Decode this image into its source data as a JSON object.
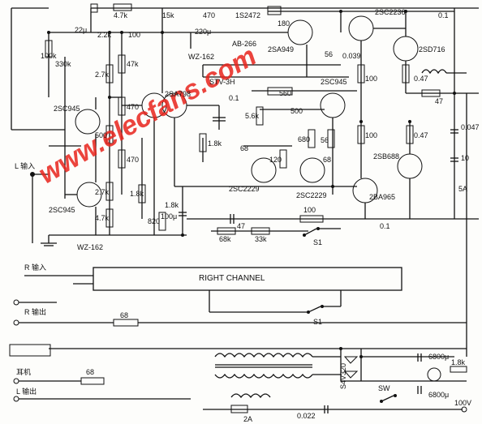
{
  "watermark": "www.elecfans.com",
  "channel_box": "RIGHT      CHANNEL",
  "inputs": {
    "l_in": "L 输入",
    "r_in": "R 输入",
    "r_out": "R 输出",
    "phones": "耳机",
    "l_out": "L 输出"
  },
  "transistors": {
    "q1": "2SC945",
    "q2": "2SC945",
    "q3": "2SA798",
    "q4": "2SA949",
    "q5": "2SC2236",
    "q6": "2SD716",
    "q7": "2SC945",
    "q8": "2SC2229",
    "q9": "2SC2229",
    "q10": "2SB688",
    "q11": "2BA965"
  },
  "diodes": {
    "z1": "1S2472",
    "z2": "WZ-162",
    "z3": "AB-266",
    "z4": "STV-3H",
    "z5": "WZ-162",
    "bridge": "S4V320"
  },
  "resistors": {
    "r_4k7_top": "4.7k",
    "r_15k": "15k",
    "r_470_top": "470",
    "r_180": "180",
    "r_100k": "100k",
    "r_330k": "330k",
    "r_2k2_top": "2.2k",
    "r_2k7_a": "2.7k",
    "r_47k": "47k",
    "r_470_a": "470",
    "r_500_a": "500",
    "r_470_b": "470",
    "r_2k7_b": "2.7k",
    "r_4k7_b": "4.7k",
    "r_1k8_a": "1.8k",
    "r_820": "820",
    "r_1k8_b": "1.8k",
    "r_5k6": "5.6k",
    "r_1k8_c": "1.8k",
    "r_56_a": "56",
    "r_560": "560",
    "r_500_b": "500",
    "r_120": "120",
    "r_680": "680",
    "r_56_b": "56",
    "r_100_a": "100",
    "r_100_b": "100",
    "r_0_47_a": "0.47",
    "r_0_47_b": "0.47",
    "r_47": "47",
    "r_68k": "68k",
    "r_33k": "33k",
    "r_100_c": "100",
    "r_68_a": "68",
    "r_68_b": "68",
    "r_1k8_d": "1.8k"
  },
  "capacitors": {
    "c_22u": "22μ",
    "c_100": "100",
    "c_220u": "220μ",
    "c_0_039": "0.039",
    "c_0_1_top": "0.1",
    "c_0_1_mid": "0.1",
    "c_68_a": "68",
    "c_68_b": "68",
    "c_100u": "100μ",
    "c_47": "47",
    "c_0_1_bot": "0.1",
    "c_0_047": "0.047",
    "c_10": "10",
    "c_6800_a": "6800μ",
    "c_6800_b": "6800μ",
    "c_0_022": "0.022"
  },
  "fuses": {
    "f1": "5A",
    "f2": "2A"
  },
  "switches": {
    "s1_a": "S1",
    "s1_b": "S1",
    "sw": "SW"
  },
  "mains": "100V"
}
